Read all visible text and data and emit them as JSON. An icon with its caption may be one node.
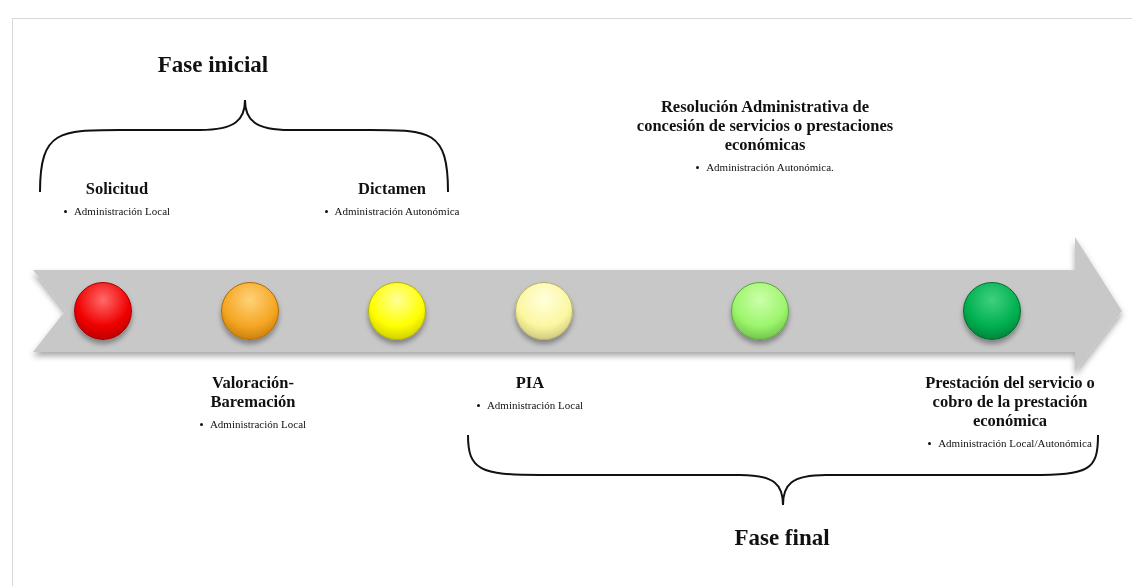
{
  "diagram": {
    "nodes": [
      {
        "text": [],
        "shape": "circle",
        "beside": [
          "Solicitud",
          "Administración Local"
        ]
      },
      {
        "text": [],
        "shape": "circle",
        "beside": [
          "Valoración-Baremación",
          "Administración Local"
        ]
      },
      {
        "text": [],
        "shape": "circle",
        "beside": [
          "Dictamen",
          "Administración Autonómica"
        ]
      },
      {
        "text": [],
        "shape": "circle",
        "beside": [
          "PIA",
          "Administración Local"
        ]
      },
      {
        "text": [],
        "shape": "circle",
        "beside": [
          "Resolución Administrativa de concesión de servicios o prestaciones económicas",
          "Administración Autonómica."
        ]
      },
      {
        "text": [],
        "shape": "circle",
        "beside": [
          "Prestación del servicio o cobro de la prestación económica",
          "Administración Local/Autonómica"
        ]
      }
    ],
    "labels": [
      "Fase inicial",
      "Fase final"
    ]
  }
}
